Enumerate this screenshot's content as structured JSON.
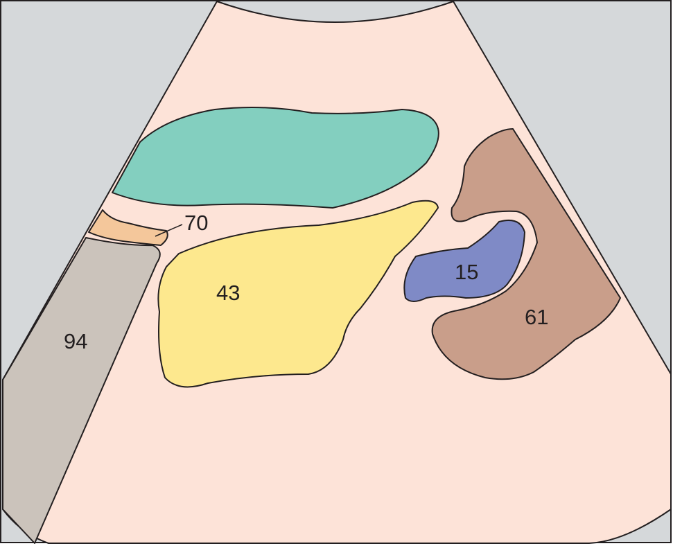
{
  "labels": {
    "70": "70",
    "43": "43",
    "15": "15",
    "61": "61",
    "94": "94"
  },
  "colors": {
    "background": "#d5d8da",
    "sector": "#fde3d8",
    "teal_region": "#83cfbf",
    "orange_region": "#f4c79b",
    "yellow_region": "#fde88e",
    "blue_region": "#7f8ac6",
    "brown_region": "#c99e8a",
    "gray_region": "#cbc3bb",
    "outline": "#231f20"
  }
}
